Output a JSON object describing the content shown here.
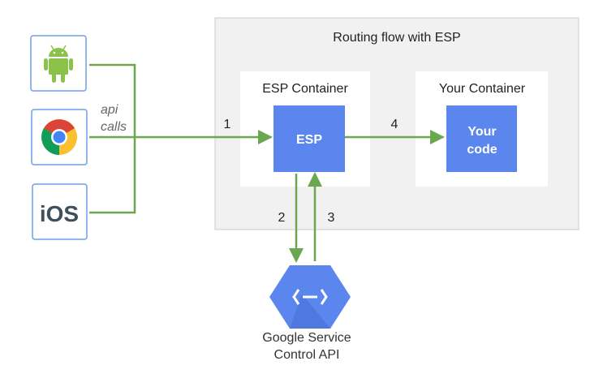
{
  "title": "Routing flow with ESP",
  "clients": [
    {
      "name": "android",
      "icon": "android-icon"
    },
    {
      "name": "chrome",
      "icon": "chrome-icon"
    },
    {
      "name": "ios",
      "icon": "ios-icon",
      "label": "iOS"
    }
  ],
  "api_calls_label": [
    "api",
    "calls"
  ],
  "esp_container": {
    "label": "ESP Container",
    "box_label": "ESP"
  },
  "your_container": {
    "label": "Your Container",
    "box_label": [
      "Your",
      "code"
    ]
  },
  "steps": [
    "1",
    "2",
    "3",
    "4"
  ],
  "service": {
    "label": [
      "Google Service",
      "Control API"
    ],
    "icon": "service-control-icon"
  },
  "colors": {
    "arrow": "#6aa84f",
    "box": "#5b86ee",
    "panel": "#f1f1f2",
    "icon_border": "#6d9eeb"
  }
}
